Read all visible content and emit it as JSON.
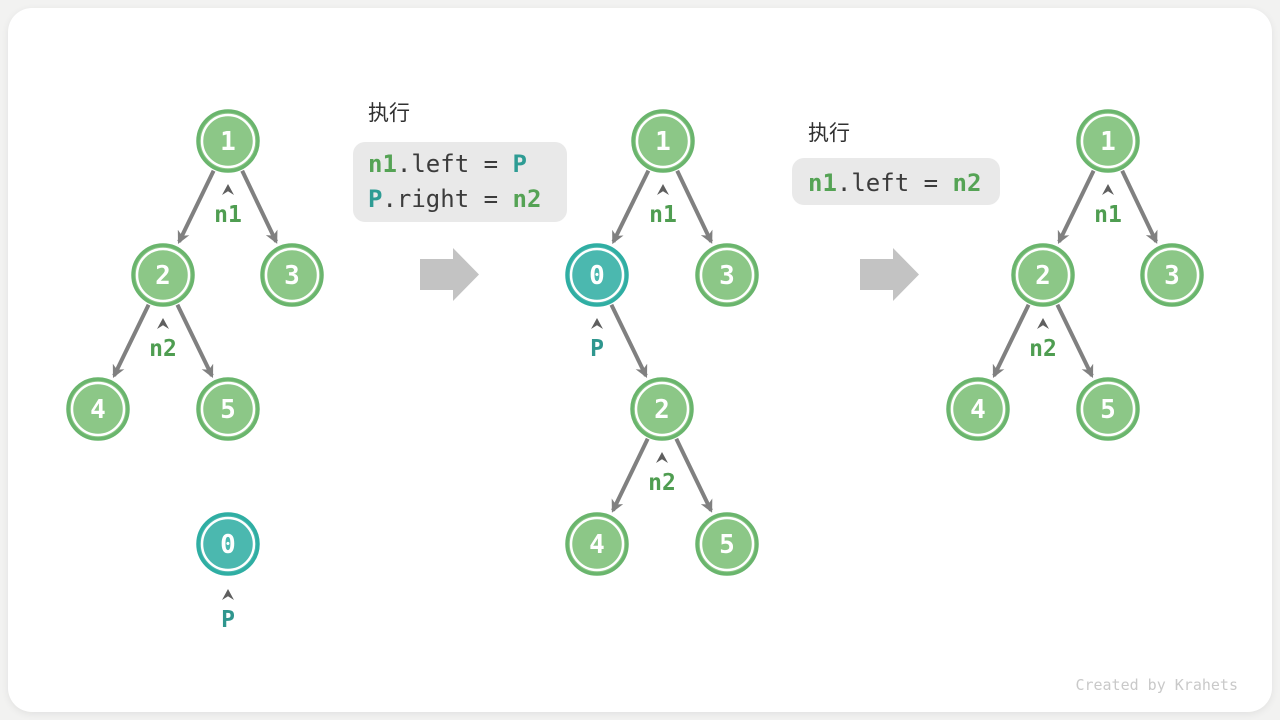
{
  "colors": {
    "node_green_fill": "#8CC787",
    "node_green_stroke": "#6AB56D",
    "node_teal_fill": "#4BB8AF",
    "node_teal_stroke": "#2FAEA3",
    "edge_gray": "#808080",
    "caret_gray": "#5F5F5F",
    "label_green": "#4F9D51",
    "label_teal": "#2F968E",
    "code_green": "#55A355",
    "code_teal": "#2E9C94",
    "code_text": "#3C3C3C",
    "code_box_bg": "#E9E9E9",
    "big_arrow_gray": "#C3C3C3",
    "caption_text": "#303030",
    "watermark_gray": "#C9C9C9",
    "page_bg": "#F2F2F1",
    "card_bg": "#FFFFFF"
  },
  "step1": {
    "caption": "执行",
    "line1": {
      "a": "n1",
      "b": ".left = ",
      "c": "P"
    },
    "line2": {
      "a": "P",
      "b": ".right = ",
      "c": "n2"
    }
  },
  "step2": {
    "caption": "执行",
    "line1": {
      "a": "n1",
      "b": ".left = ",
      "c": "n2"
    }
  },
  "tree_left": {
    "node_1": "1",
    "node_2": "2",
    "node_3": "3",
    "node_4": "4",
    "node_5": "5",
    "node_0": "0",
    "label_n1": "n1",
    "label_n2": "n2",
    "label_p": "P"
  },
  "tree_middle": {
    "node_1": "1",
    "node_0": "0",
    "node_3": "3",
    "node_2": "2",
    "node_4": "4",
    "node_5": "5",
    "label_n1": "n1",
    "label_p": "P",
    "label_n2": "n2"
  },
  "tree_right": {
    "node_1": "1",
    "node_2": "2",
    "node_3": "3",
    "node_4": "4",
    "node_5": "5",
    "label_n1": "n1",
    "label_n2": "n2"
  },
  "watermark": "Created by Krahets"
}
